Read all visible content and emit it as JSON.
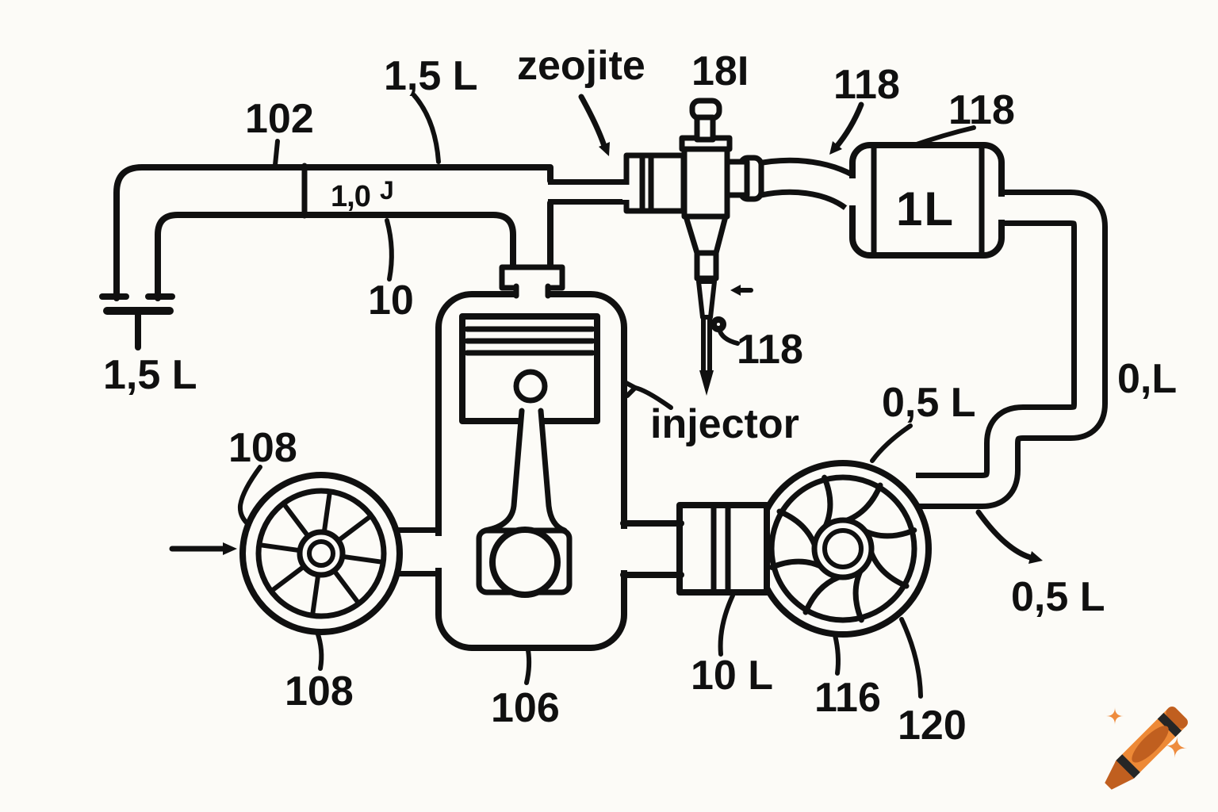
{
  "figure": {
    "type": "patent-style engine turbocharger schematic",
    "background_color": "#fcfbf7",
    "line_color": "#101010",
    "labels": {
      "ref_102": "102",
      "vol_inlet_top": "1,5 L",
      "zeolite_label": "zeojite",
      "ref_18i": "18I",
      "ref_118_pipe": "118",
      "ref_118_canister": "118",
      "ref_118_needle": "118",
      "canister_volume": "1L",
      "box_value_main": "1,0",
      "box_value_sup": "J",
      "ref_10": "10",
      "vol_inlet_bottom": "1,5 L",
      "ref_108_upper": "108",
      "ref_108_lower": "108",
      "ref_106": "106",
      "injector_label": "injector",
      "vol_turbine_top": "0,5 L",
      "vol_pipe_right": "0,L",
      "vol_outflow": "0,5 L",
      "vol_duct": "10 L",
      "ref_116": "116",
      "ref_120": "120"
    },
    "logo": {
      "icon": "crayon-icon",
      "body_color": "#ED8936",
      "dark_color": "#C05F1F",
      "stripe_color": "#262626",
      "sparkle_color": "#EE8C3E"
    }
  }
}
